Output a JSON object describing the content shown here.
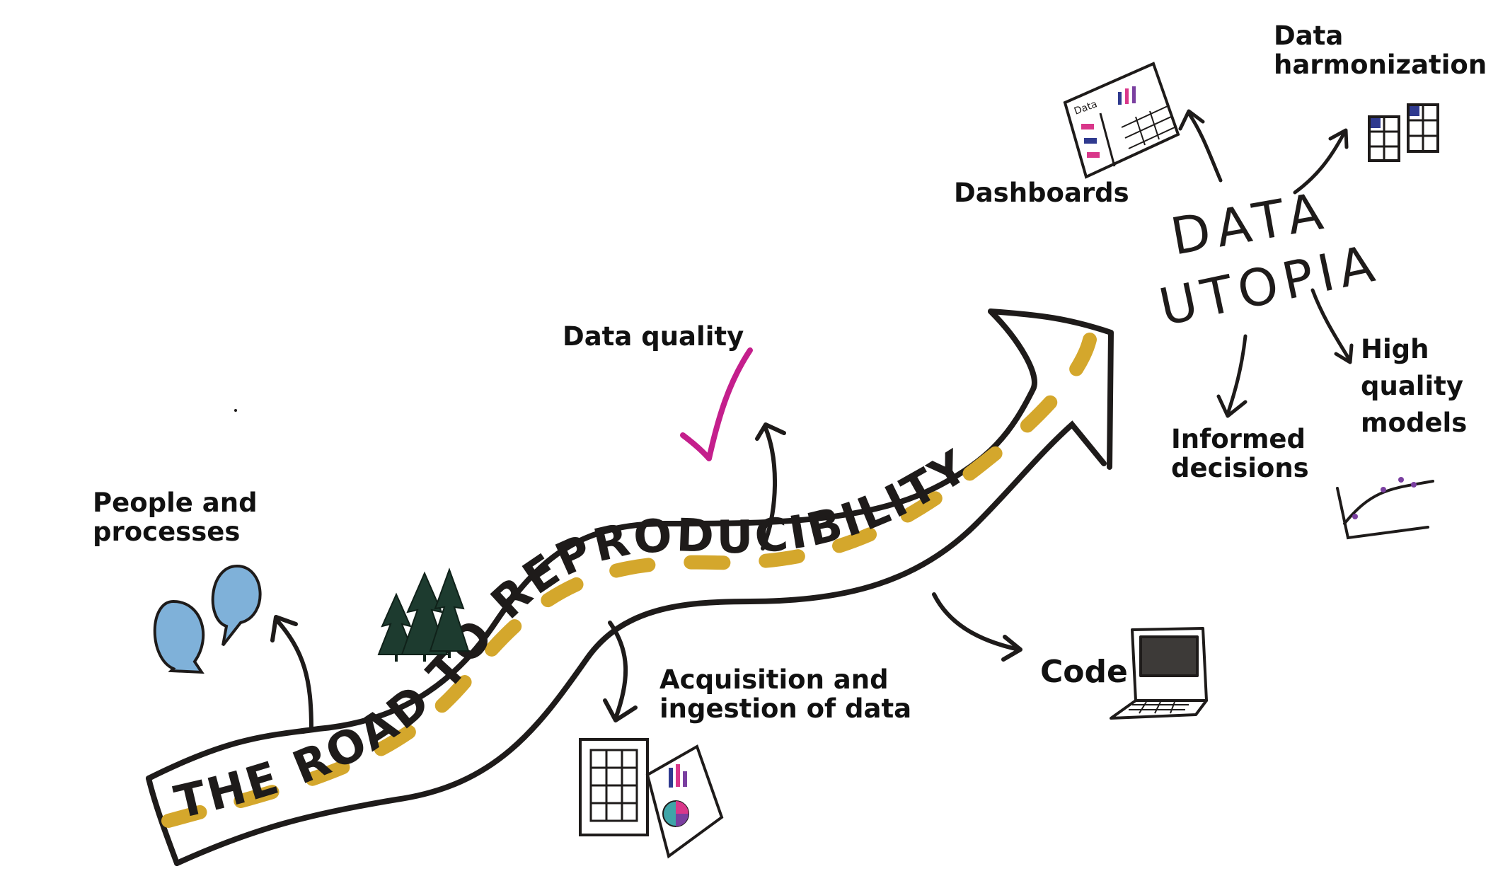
{
  "road": {
    "text": "THE ROAD TO REPRODUCIBILITY"
  },
  "destination": {
    "line1": "DATA",
    "line2": "UTOPIA"
  },
  "labels": {
    "people": [
      "People and",
      "processes"
    ],
    "acquisition": [
      "Acquisition and",
      "ingestion of data"
    ],
    "quality": "Data quality",
    "code": "Code",
    "dashboards": "Dashboards",
    "harmonization": [
      "Data",
      "harmonization"
    ],
    "decisions": [
      "Informed",
      "decisions"
    ],
    "models": [
      "High",
      "quality",
      "models"
    ]
  },
  "mini_dashboard_tag": "Data",
  "colors": {
    "ink": "#1e1b1a",
    "road_dash": "#d4a72c",
    "speech_bubble": "#7fb1d9",
    "checkmark": "#c41f8c",
    "trees": "#1d3b2f",
    "screen": "#3d3a38",
    "navy": "#2f3a8f",
    "pink": "#d9378a",
    "teal": "#3fa5a8",
    "purple": "#7a3fa0"
  },
  "icons": [
    "speech-bubbles-icon",
    "trees-icon",
    "checkmark-icon",
    "spreadsheet-icon",
    "report-icon",
    "laptop-icon",
    "dashboard-icon",
    "grid-icon",
    "chart-icon"
  ]
}
